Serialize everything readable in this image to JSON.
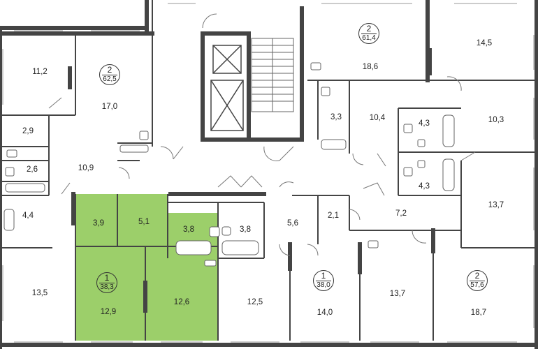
{
  "colors": {
    "wall": "#444444",
    "wall_light": "#9a9a9a",
    "selected_fill": "#9ccf6a",
    "background": "#ffffff"
  },
  "apartments": [
    {
      "id": "apt-2-62",
      "rooms": "2",
      "total": "62,5"
    },
    {
      "id": "apt-2-61",
      "rooms": "2",
      "total": "61,4"
    },
    {
      "id": "apt-1-38-3",
      "rooms": "1",
      "total": "38,3",
      "selected": true
    },
    {
      "id": "apt-1-38-0",
      "rooms": "1",
      "total": "38,0"
    },
    {
      "id": "apt-2-57",
      "rooms": "2",
      "total": "57,6"
    }
  ],
  "rooms": [
    {
      "id": "r-11-2",
      "area": "11,2"
    },
    {
      "id": "r-17-0",
      "area": "17,0"
    },
    {
      "id": "r-2-9",
      "area": "2,9"
    },
    {
      "id": "r-2-6",
      "area": "2,6"
    },
    {
      "id": "r-10-9",
      "area": "10,9"
    },
    {
      "id": "r-4-4",
      "area": "4,4"
    },
    {
      "id": "r-13-5",
      "area": "13,5"
    },
    {
      "id": "r-18-6",
      "area": "18,6"
    },
    {
      "id": "r-3-3",
      "area": "3,3"
    },
    {
      "id": "r-10-4",
      "area": "10,4"
    },
    {
      "id": "r-14-5",
      "area": "14,5"
    },
    {
      "id": "r-10-3",
      "area": "10,3"
    },
    {
      "id": "r-4-3a",
      "area": "4,3"
    },
    {
      "id": "r-4-3b",
      "area": "4,3"
    },
    {
      "id": "r-13-7a",
      "area": "13,7"
    },
    {
      "id": "r-7-2",
      "area": "7,2"
    },
    {
      "id": "r-3-9",
      "area": "3,9"
    },
    {
      "id": "r-5-1",
      "area": "5,1"
    },
    {
      "id": "r-3-8a",
      "area": "3,8"
    },
    {
      "id": "r-3-8b",
      "area": "3,8"
    },
    {
      "id": "r-5-6",
      "area": "5,6"
    },
    {
      "id": "r-2-1",
      "area": "2,1"
    },
    {
      "id": "r-12-9",
      "area": "12,9"
    },
    {
      "id": "r-12-6",
      "area": "12,6"
    },
    {
      "id": "r-12-5",
      "area": "12,5"
    },
    {
      "id": "r-14-0",
      "area": "14,0"
    },
    {
      "id": "r-13-7b",
      "area": "13,7"
    },
    {
      "id": "r-18-7",
      "area": "18,7"
    }
  ]
}
